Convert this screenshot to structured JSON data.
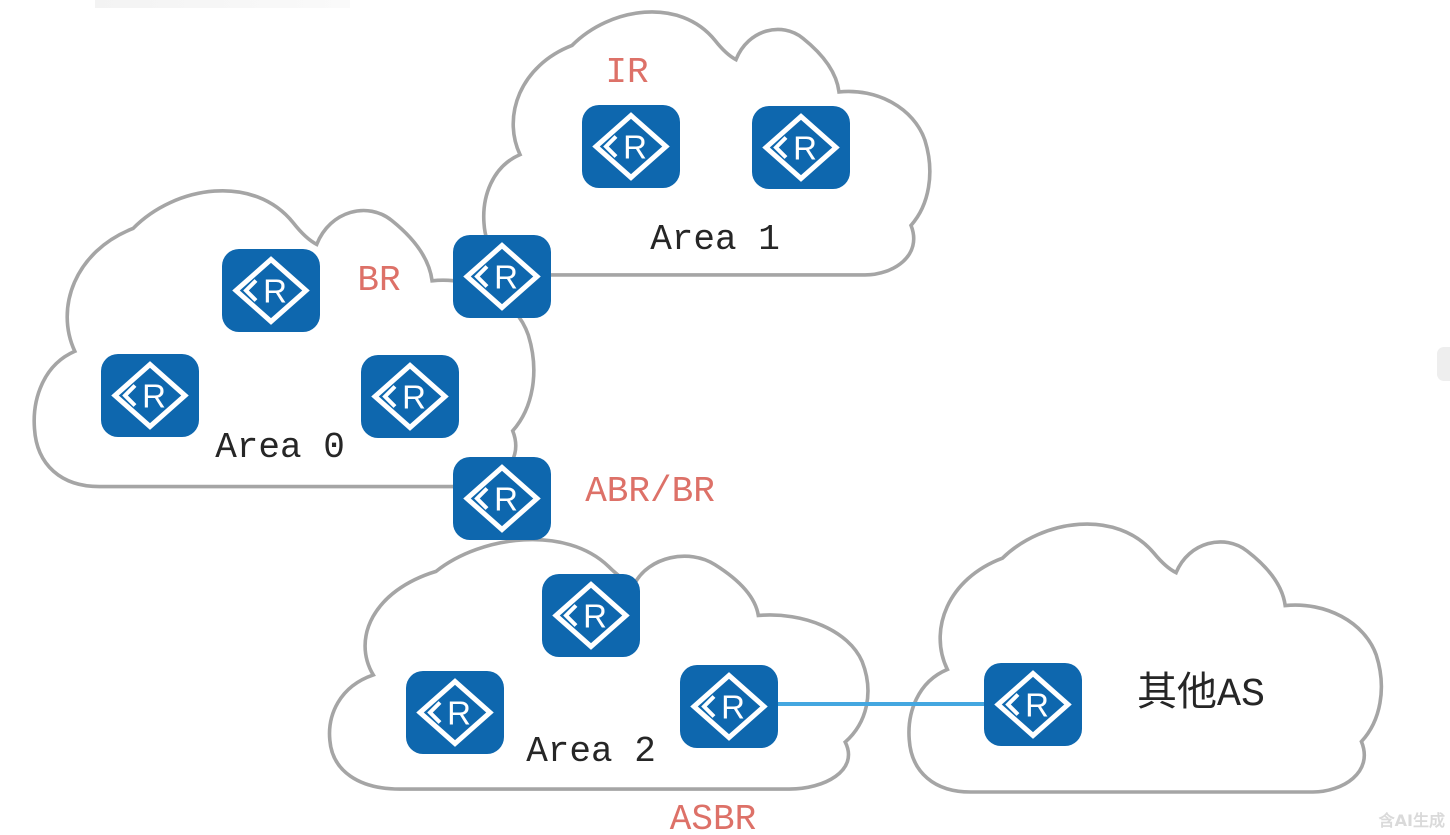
{
  "diagram": {
    "type": "ospf-topology",
    "areas": {
      "area1": {
        "label": "Area 1"
      },
      "area0": {
        "label": "Area 0"
      },
      "area2": {
        "label": "Area 2"
      },
      "other_as": {
        "label": "其他AS"
      }
    },
    "role_labels": {
      "ir": "IR",
      "br": "BR",
      "abr_br": "ABR/BR",
      "asbr": "ASBR"
    },
    "router_symbol": "R",
    "router_count": 11,
    "watermark": "含AI生成",
    "colors": {
      "router_blue": "#0e67ae",
      "role_label_red": "#dd7168",
      "area_label_black": "#262626",
      "cloud_outline_gray": "#a5a5a5",
      "link_blue": "#44a7e0"
    }
  }
}
